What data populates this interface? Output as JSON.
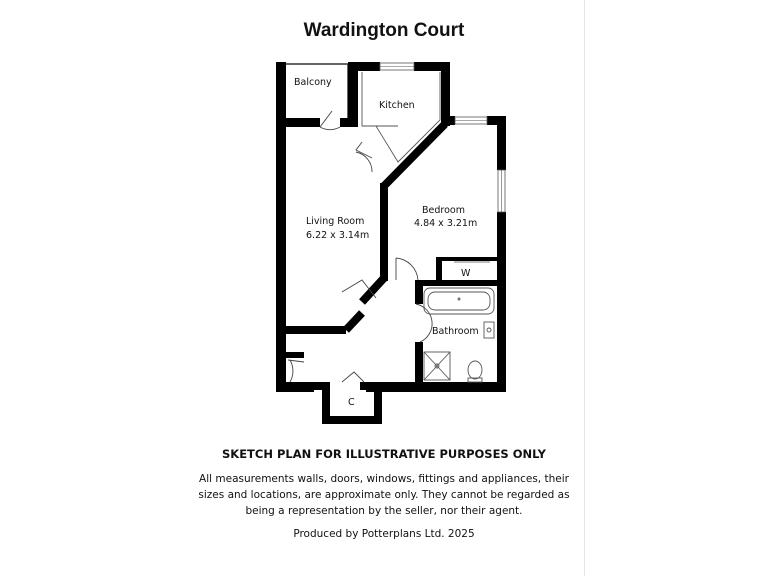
{
  "title": "Wardington Court",
  "rooms": {
    "balcony": {
      "name": "Balcony"
    },
    "kitchen": {
      "name": "Kitchen"
    },
    "living_room": {
      "name": "Living Room",
      "dimensions": "6.22 x 3.14m"
    },
    "bedroom": {
      "name": "Bedroom",
      "dimensions": "4.84 x 3.21m"
    },
    "wardrobe": {
      "name": "W"
    },
    "bathroom": {
      "name": "Bathroom"
    },
    "cupboard": {
      "name": "C"
    }
  },
  "disclaimer": {
    "heading": "SKETCH PLAN FOR ILLUSTRATIVE PURPOSES ONLY",
    "line1": "All measurements walls, doors, windows, fittings and appliances, their",
    "line2": "sizes and locations, are approximate only. They cannot be regarded as",
    "line3": "being a representation by the seller, nor their agent."
  },
  "producer": "Produced by Potterplans Ltd. 2025",
  "colors": {
    "wall": "#000000",
    "window": "#ffffff",
    "line": "#555555"
  }
}
